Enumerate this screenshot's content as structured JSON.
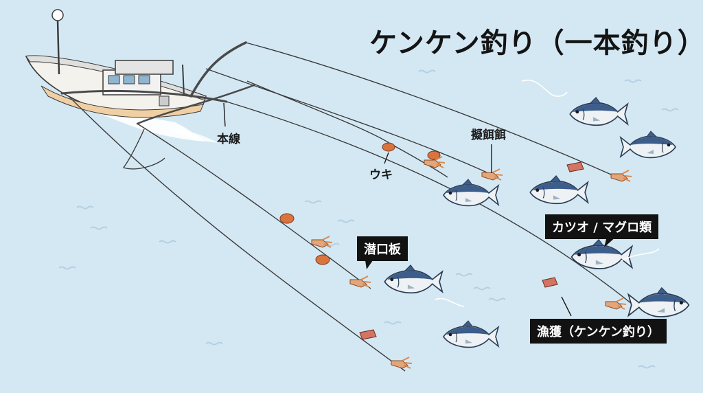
{
  "title": "ケンケン釣り（一本釣り）",
  "labels": {
    "main_line": "本線",
    "float": "ウキ",
    "lure": "擬餌餌",
    "diving_board": "潜口板",
    "target_fish": "カツオ / マグロ類",
    "catch": "漁獲（ケンケン釣り）"
  },
  "colors": {
    "sea": "#d4e8f3",
    "line": "#3b3b3b",
    "float": "#d9743f",
    "lure": "#e3a57a",
    "fish_back": "#3d5d8a",
    "fish_belly": "#eef2f5",
    "label_bg": "#121212"
  }
}
